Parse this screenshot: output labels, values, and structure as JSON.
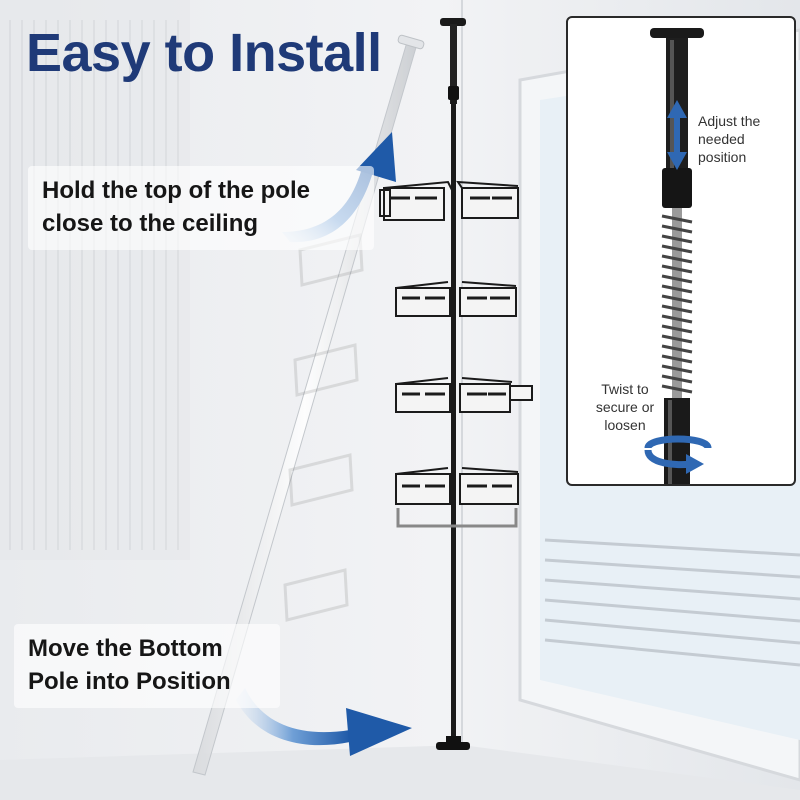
{
  "title": "Easy to Install",
  "labels": {
    "top_line1": "Hold the top of the pole",
    "top_line2": "close to the ceiling",
    "bottom_line1": "Move the Bottom",
    "bottom_line2": "Pole into Position"
  },
  "inset": {
    "adjust_line1": "Adjust the",
    "adjust_line2": "needed",
    "adjust_line3": "position",
    "twist_line1": "Twist to",
    "twist_line2": "secure or",
    "twist_line3": "loosen"
  },
  "colors": {
    "title": "#1f3a78",
    "arrow": "#2f68b3",
    "pole": "#1a1a1a"
  }
}
